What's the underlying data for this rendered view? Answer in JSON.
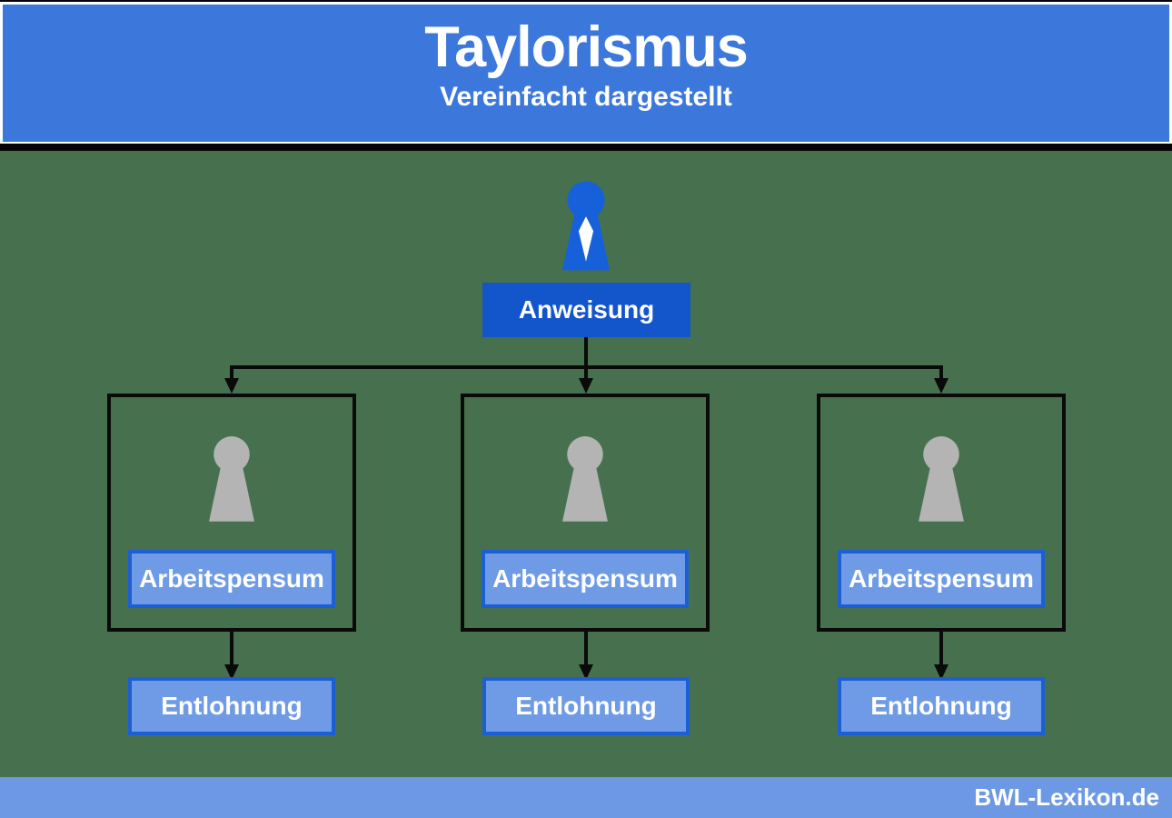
{
  "header": {
    "title": "Taylorismus",
    "subtitle": "Vereinfacht dargestellt"
  },
  "diagram": {
    "root_label": "Anweisung",
    "groups": [
      {
        "task_label": "Arbeitspensum",
        "reward_label": "Entlohnung"
      },
      {
        "task_label": "Arbeitspensum",
        "reward_label": "Entlohnung"
      },
      {
        "task_label": "Arbeitspensum",
        "reward_label": "Entlohnung"
      }
    ]
  },
  "footer": {
    "brand": "BWL-Lexikon.de"
  },
  "icons": {
    "manager": "person-pawn-icon-blue",
    "worker": "person-pawn-icon-gray"
  },
  "colors": {
    "header_blue": "#3C78DC",
    "root_box_blue": "#1356CB",
    "icon_blue": "#1661D9",
    "light_box_fill": "#6F9BE6",
    "light_box_border": "#1C5FD4",
    "footer_blue": "#6D99E4",
    "background_green": "#47714E",
    "worker_gray": "#B4B4B4",
    "line_black": "#0A0A0A",
    "tie_white": "#FFFFFF"
  }
}
